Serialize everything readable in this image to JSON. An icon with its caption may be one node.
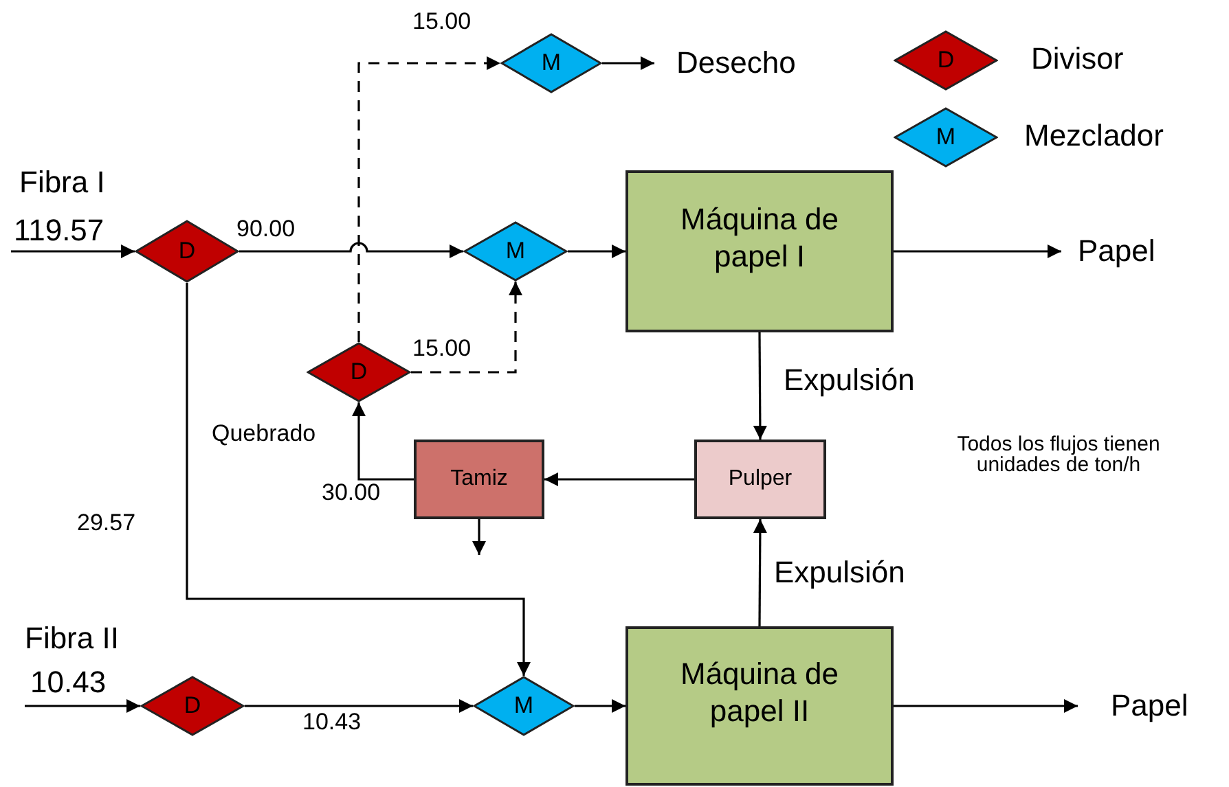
{
  "diagram": {
    "nodes": [
      {
        "text": [
          "D"
        ]
      },
      {
        "text": [
          "M"
        ]
      },
      {
        "text": [
          "Desecho"
        ]
      },
      {
        "text": [
          "M"
        ]
      },
      {
        "text": [
          "Máquina de papel I"
        ]
      },
      {
        "text": [
          "Papel"
        ]
      },
      {
        "text": [
          "D"
        ]
      },
      {
        "text": [
          "Tamiz"
        ]
      },
      {
        "text": [
          "Pulper"
        ]
      },
      {
        "text": [
          "M"
        ]
      },
      {
        "text": [
          "Máquina de papel II"
        ]
      },
      {
        "text": [
          "Papel"
        ]
      },
      {
        "text": [
          "D"
        ]
      }
    ],
    "edges": [
      {
        "from": null,
        "to": 0,
        "arrow": "to",
        "label": "119.57"
      },
      {
        "from": 0,
        "to": 3,
        "arrow": "to",
        "label": "90.00"
      },
      {
        "from": 6,
        "to": 1,
        "arrow": "to",
        "label": "15.00",
        "style": "dashed"
      },
      {
        "from": 1,
        "to": 2,
        "arrow": "to"
      },
      {
        "from": 6,
        "to": 3,
        "arrow": "to",
        "label": "15.00",
        "style": "dashed"
      },
      {
        "from": 3,
        "to": 4,
        "arrow": "to"
      },
      {
        "from": 4,
        "to": 5,
        "arrow": "to"
      },
      {
        "from": 4,
        "to": 8,
        "arrow": "to",
        "label": "Expulsión"
      },
      {
        "from": 8,
        "to": 7,
        "arrow": "to"
      },
      {
        "from": 7,
        "to": 6,
        "arrow": "to",
        "label": "30.00"
      },
      {
        "from": 7,
        "to": null,
        "arrow": "to"
      },
      {
        "from": 0,
        "to": 9,
        "arrow": "to",
        "label": "29.57"
      },
      {
        "from": null,
        "to": 12,
        "arrow": "to",
        "label": "10.43"
      },
      {
        "from": 12,
        "to": 9,
        "arrow": "to",
        "label": "10.43"
      },
      {
        "from": 9,
        "to": 10,
        "arrow": "to"
      },
      {
        "from": 10,
        "to": 8,
        "arrow": "to",
        "label": "Expulsión"
      },
      {
        "from": 10,
        "to": 11,
        "arrow": "to"
      }
    ],
    "labels": [
      "Fibra I",
      "Quebrado",
      "Todos los flujos tienen unidades de ton/h",
      "Fibra II",
      "D",
      "M"
    ],
    "legend": [
      {
        "text": "Divisor",
        "color": "#c00000"
      },
      {
        "text": "Mezclador",
        "color": "#00b0f0"
      }
    ]
  }
}
